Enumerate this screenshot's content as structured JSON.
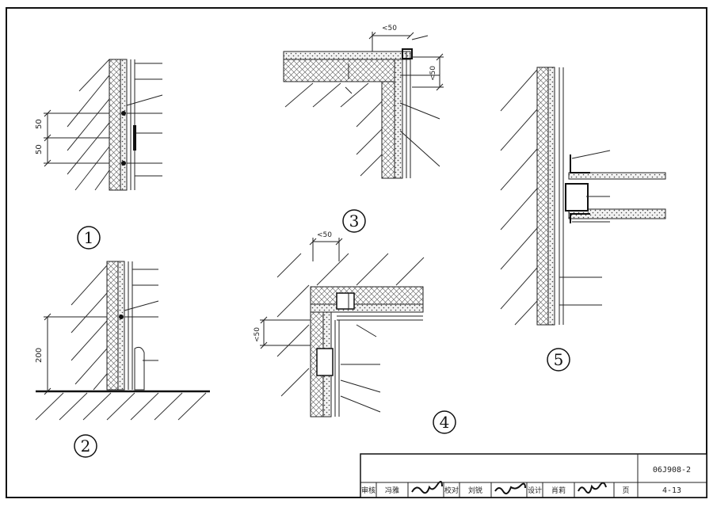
{
  "details": [
    {
      "number": "1",
      "dims": [
        "50",
        "50"
      ]
    },
    {
      "number": "2",
      "dims": [
        "200"
      ]
    },
    {
      "number": "3",
      "dims": [
        "<50",
        "<50"
      ]
    },
    {
      "number": "4",
      "dims": [
        "<50",
        "<50"
      ]
    },
    {
      "number": "5"
    }
  ],
  "title_block": {
    "drawing_no": "06J908-2",
    "page_no": "4-13",
    "review_label": "审核",
    "reviewer": "冯雅",
    "check_label": "校对",
    "checker": "刘锐",
    "design_label": "设计",
    "designer": "肖莉",
    "page_label": "页"
  },
  "colors": {
    "ink": "#222222",
    "paper": "#ffffff",
    "insulation_fill": "#f2f2f2"
  }
}
